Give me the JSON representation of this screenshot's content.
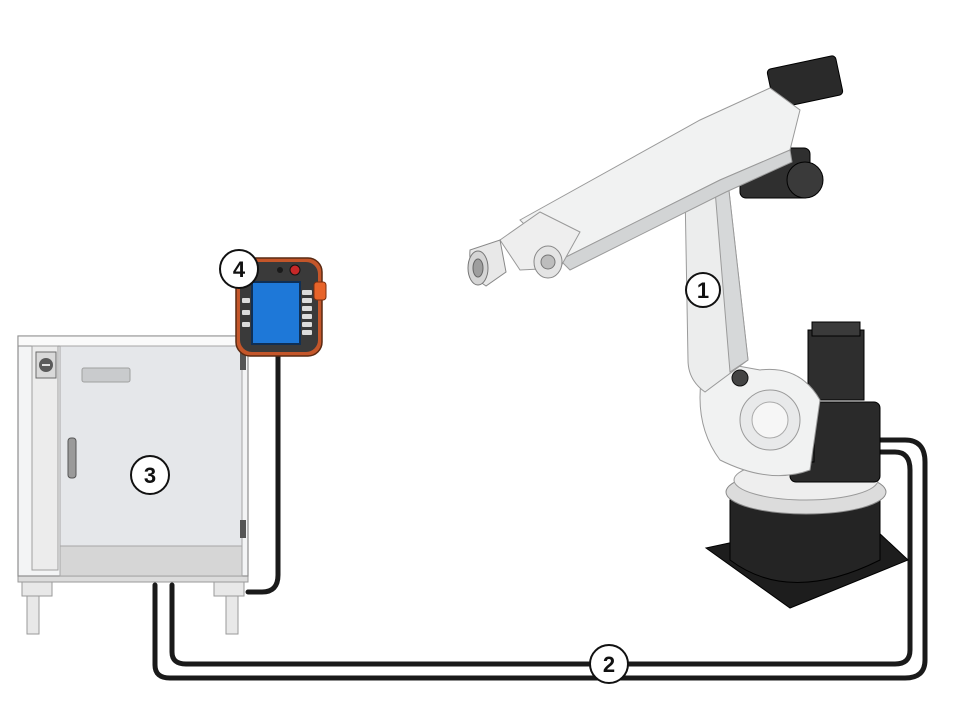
{
  "callouts": {
    "robot": "1",
    "cable": "2",
    "controller": "3",
    "pendant": "4"
  },
  "colors": {
    "robot_body": "#f1f2f2",
    "robot_shade": "#c9cbcc",
    "base_dark": "#1d1d1d",
    "motor_dark": "#2a2a2a",
    "cabinet": "#e6e8ea",
    "cabinet_frame": "#f4f4f4",
    "cable": "#1a1a1a",
    "pendant_shell": "#c4562a",
    "pendant_screen": "#1e78d8",
    "pendant_button": "#d8531f"
  }
}
